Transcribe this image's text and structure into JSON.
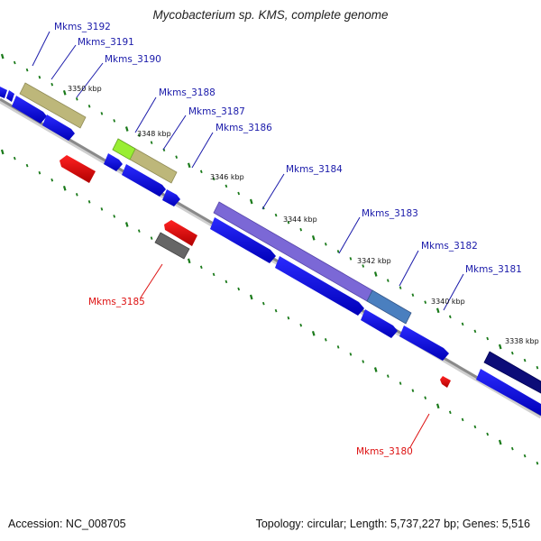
{
  "title": "Mycobacterium sp. KMS, complete genome",
  "footer": {
    "accession": "Accession: NC_008705",
    "summary": "Topology: circular; Length: 5,737,227 bp; Genes: 5,516"
  },
  "scale_labels": [
    "3350 kbp",
    "3348 kbp",
    "3346 kbp",
    "3344 kbp",
    "3342 kbp",
    "3340 kbp",
    "3338 kbp"
  ],
  "gene_labels": {
    "forward": [
      "Mkms_3192",
      "Mkms_3191",
      "Mkms_3190",
      "Mkms_3188",
      "Mkms_3187",
      "Mkms_3186",
      "Mkms_3184",
      "Mkms_3183",
      "Mkms_3182",
      "Mkms_3181"
    ],
    "reverse": [
      "Mkms_3185",
      "Mkms_3180"
    ]
  },
  "colors": {
    "forward_cds": "#0a00f0",
    "reverse_cds": "#ee0000",
    "forward_label": "#1a1aaa",
    "reverse_label": "#dd1111",
    "backbone": "#8a8a8a",
    "tick": "#1a7a1a",
    "olive_feature": "#bdb77a",
    "purple_feature": "#7b68d6",
    "navy_feature": "#0c0c78",
    "grey_feature": "#666666",
    "lime_feature": "#99ee33"
  }
}
